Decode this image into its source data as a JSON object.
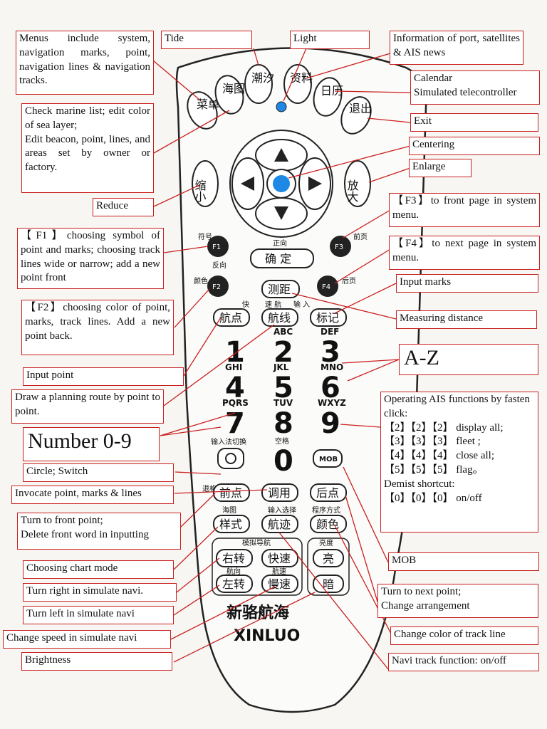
{
  "remote": {
    "top_buttons": [
      "菜单",
      "海图",
      "潮汐",
      "资料",
      "日历",
      "退出"
    ],
    "zoom_out": "缩小",
    "zoom_in": "放大",
    "confirm_top": "正向",
    "confirm": "确 定",
    "f1": "F1",
    "f2": "F2",
    "f3": "F3",
    "f4": "F4",
    "f1_side": "符号",
    "f1_under": "反向",
    "f2_side": "颜色",
    "f3_side": "前页",
    "f4_side": "后页",
    "measure": "测距",
    "fast_tag": "快",
    "route_tag": "速 航",
    "input_tag": "输 入",
    "route_point": "航点",
    "route_line": "航线",
    "mark": "标记",
    "keys": [
      {
        "num": "1",
        "letters": ""
      },
      {
        "num": "2",
        "letters": "ABC"
      },
      {
        "num": "3",
        "letters": "DEF"
      },
      {
        "num": "4",
        "letters": "GHI"
      },
      {
        "num": "5",
        "letters": "JKL"
      },
      {
        "num": "6",
        "letters": "MNO"
      },
      {
        "num": "7",
        "letters": "PQRS"
      },
      {
        "num": "8",
        "letters": "TUV"
      },
      {
        "num": "9",
        "letters": "WXYZ"
      },
      {
        "num": "0",
        "letters": "空格"
      }
    ],
    "ime_label": "输入法切换",
    "mob": "MOB",
    "back_tag": "退格",
    "prev_point": "前点",
    "call": "调用",
    "next_point": "后点",
    "chart_tag": "海图",
    "style": "样式",
    "input_select": "输入选择",
    "program_mode": "程序方式",
    "track": "航迹",
    "color": "颜色",
    "sim_nav": "模拟导航",
    "brightness_tag": "亮度",
    "turn_right": "右转",
    "fast": "快速",
    "bright": "亮",
    "heading_tag": "航向",
    "speed_tag": "航速",
    "turn_left": "左转",
    "slow": "慢速",
    "dark": "暗",
    "brand_cn": "新骆航海",
    "brand_en": "XINLUO"
  },
  "labels": {
    "menus": "Menus include system, navigation marks, point, navigation lines & navigation tracks.",
    "tide": "Tide",
    "light": "Light",
    "info": "Information of port, satellites & AIS news",
    "calendar": "Calendar\nSimulated telecontroller",
    "exit": "Exit",
    "check": "Check marine list; edit color of sea layer;\nEdit beacon, point, lines, and areas set by owner or factory.",
    "centering": "Centering",
    "enlarge": "Enlarge",
    "reduce": "Reduce",
    "f3": "【F3】to front page in system menu.",
    "f4": "【F4】to next page in system menu.",
    "f1": "【F1】choosing symbol of point and marks; choosing track lines wide or narrow; add a new point front",
    "input_marks": "Input marks",
    "f2": "【F2】choosing color of point, marks, track lines. Add a new point back.",
    "measuring": "Measuring distance",
    "az": "A-Z",
    "input_point": "Input point",
    "planning": "Draw a planning route by point to point.",
    "ais": "Operating AIS functions by fasten click:\n【2】【2】【2】 display all;\n【3】【3】【3】 fleet ;\n【4】【4】【4】 close all;\n【5】【5】【5】 flag。\nDemist shortcut:\n【0】【0】【0】 on/off",
    "number": "Number 0-9",
    "circle": "Circle; Switch",
    "invocate": "Invocate point, marks & lines",
    "turn_front": "Turn to front point;\nDelete front word in inputting",
    "mob": "MOB",
    "chart_mode": "Choosing chart mode",
    "turn_next": "Turn to next point;\nChange arrangement",
    "turn_right": "Turn right in simulate navi.",
    "turn_left": "Turn left in simulate navi",
    "change_color": "Change color of track line",
    "change_speed": "Change speed in simulate navi",
    "brightness": "Brightness",
    "navi_track": "Navi track function: on/off"
  },
  "colors": {
    "annotation": "#c9201e",
    "light_led": "#1e88e5",
    "center_button": "#1e88e5"
  }
}
